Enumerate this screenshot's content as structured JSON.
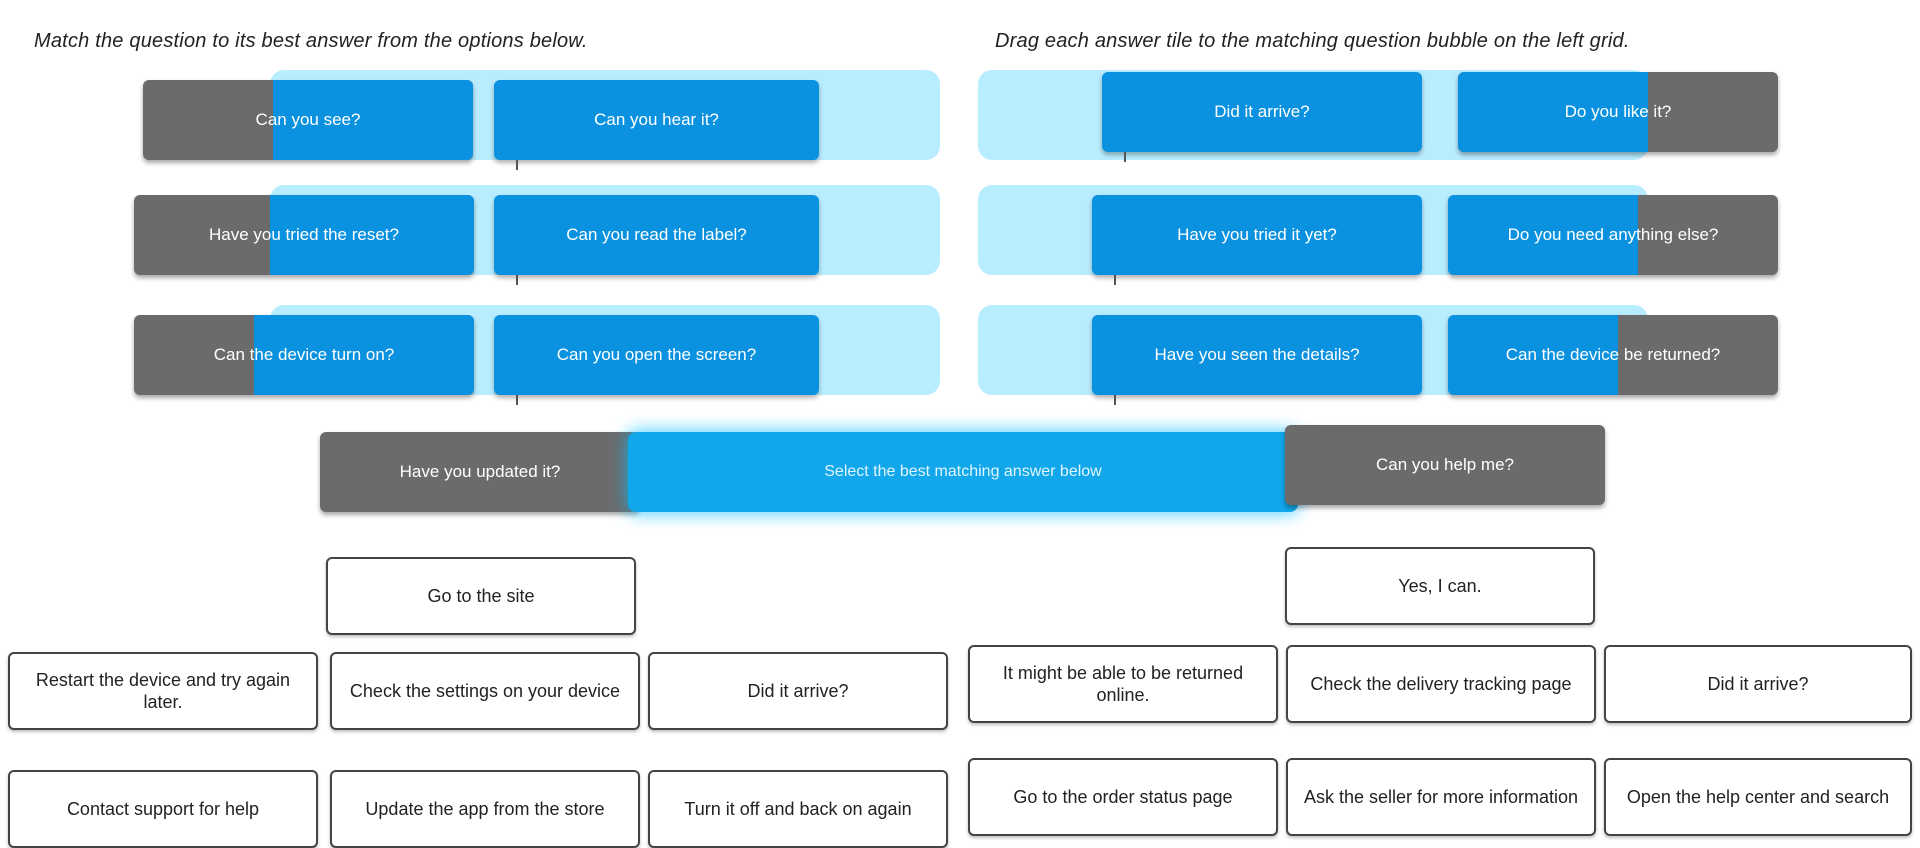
{
  "instructions": {
    "left": "Match the question to its best answer from the options below.",
    "right": "Drag each answer tile to the matching question bubble on the left grid."
  },
  "left_panel": {
    "options": [
      {
        "label": "Can you see?"
      },
      {
        "label": "Can you hear it?"
      },
      {
        "label": "Have you tried the reset?"
      },
      {
        "label": "Can you read the label?"
      },
      {
        "label": "Can the device turn on?"
      },
      {
        "label": "Can you open the screen?"
      }
    ],
    "bottom": {
      "label": "Have you updated it?"
    }
  },
  "right_panel": {
    "options": [
      {
        "label": "Did it arrive?"
      },
      {
        "label": "Do you like it?"
      },
      {
        "label": "Have you tried it yet?"
      },
      {
        "label": "Do you need anything else?"
      },
      {
        "label": "Have you seen the details?"
      },
      {
        "label": "Can the device be returned?"
      }
    ],
    "bottom": {
      "label": "Can you help me?"
    }
  },
  "answer_bar": {
    "label": "Select the best matching answer below"
  },
  "choices_left": {
    "top": "Go to the site",
    "row1": [
      "Restart the device and try again later.",
      "Check the settings on your device",
      "Did it arrive?"
    ],
    "row2": [
      "Contact support for help",
      "Update the app from the store",
      "Turn it off and back on again"
    ]
  },
  "choices_right": {
    "top": "Yes, I can.",
    "row1": [
      "It might be able to be returned online.",
      "Check the delivery tracking page",
      "Did it arrive?"
    ],
    "row2": [
      "Go to the order status page",
      "Ask the seller for more information",
      "Open the help center and search"
    ]
  }
}
